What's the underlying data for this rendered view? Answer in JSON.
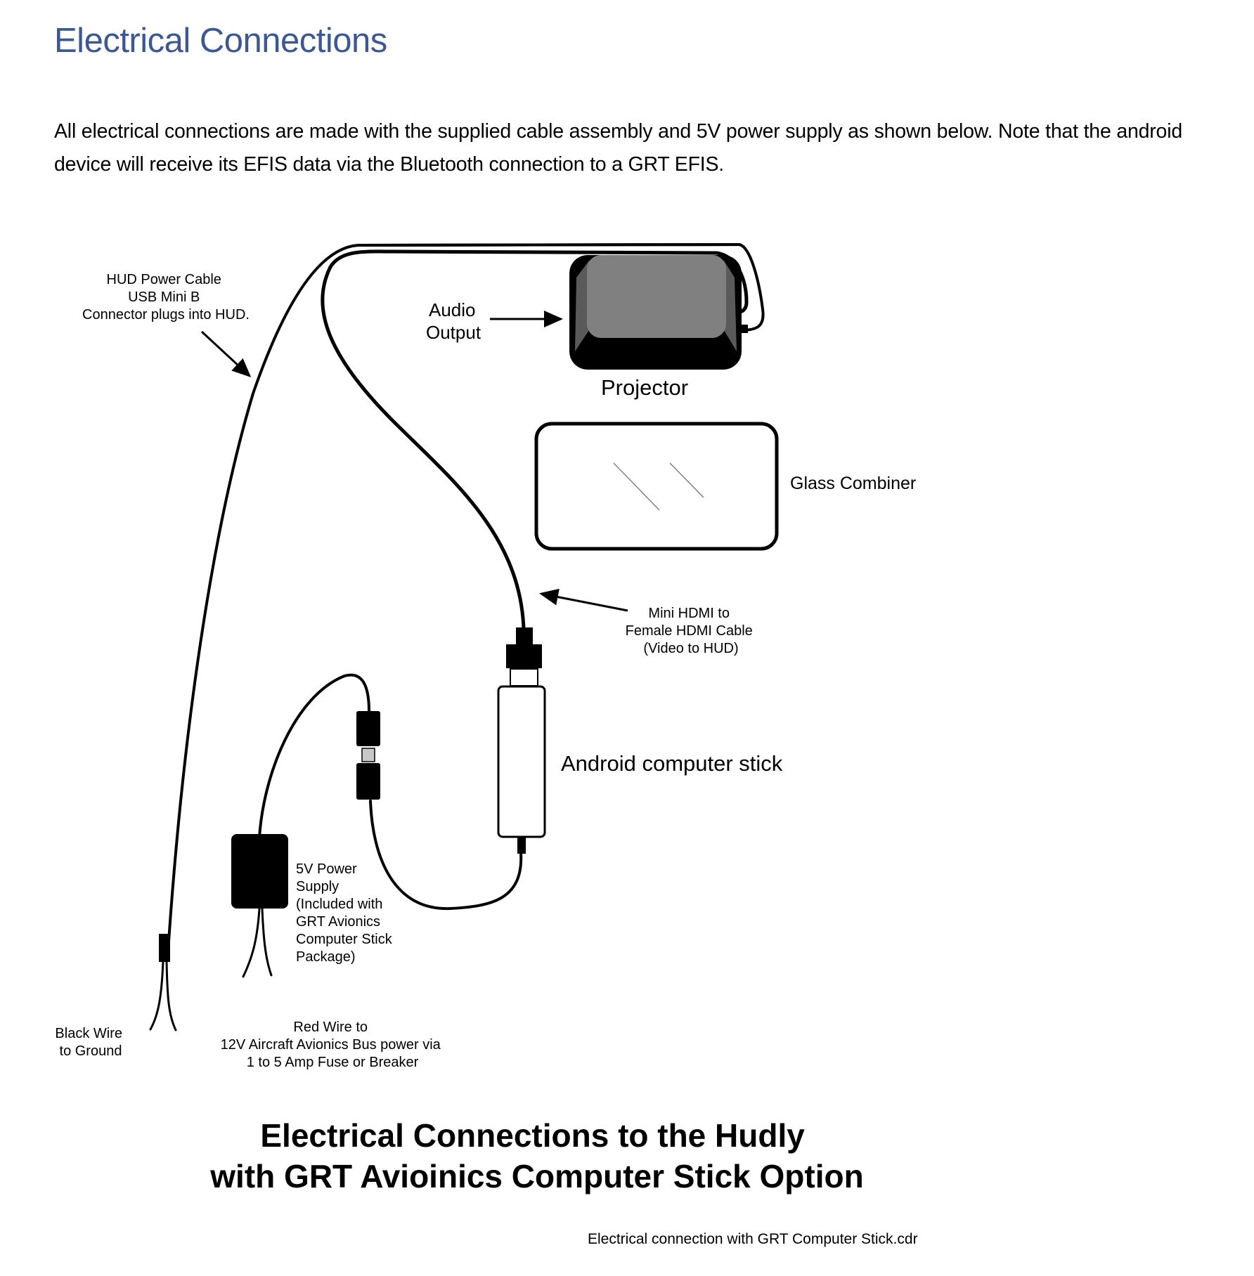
{
  "document": {
    "heading": "Electrical Connections",
    "intro_paragraph": "All electrical connections are made with the supplied cable assembly and 5V power supply as shown below. Note that the android device will receive its EFIS data via the Bluetooth connection to a GRT EFIS."
  },
  "colors": {
    "heading": "#3b5895",
    "text": "#000000",
    "projector_body": "#808080",
    "projector_side": "#5a5a5a",
    "connector_gray": "#c8c8c8"
  },
  "diagram": {
    "labels": {
      "hud_power_cable": [
        "HUD Power Cable",
        "USB Mini B",
        "Connector plugs into HUD."
      ],
      "audio_output": [
        "Audio",
        "Output"
      ],
      "projector": "Projector",
      "glass_combiner": "Glass Combiner",
      "mini_hdmi": [
        "Mini HDMI to",
        "Female HDMI Cable",
        "(Video to HUD)"
      ],
      "android_stick": "Android computer stick",
      "power_supply": [
        "5V Power",
        "Supply",
        "(Included with",
        "GRT Avionics",
        "Computer Stick",
        "Package)"
      ],
      "black_wire": [
        "Black Wire",
        "to Ground"
      ],
      "red_wire": [
        "Red Wire to",
        "12V Aircraft Avionics Bus power via",
        "1 to 5 Amp Fuse or Breaker"
      ]
    },
    "title": [
      "Electrical Connections to the Hudly",
      "with GRT Avioinics Computer Stick Option"
    ],
    "filename": "Electrical connection with GRT Computer Stick.cdr"
  }
}
